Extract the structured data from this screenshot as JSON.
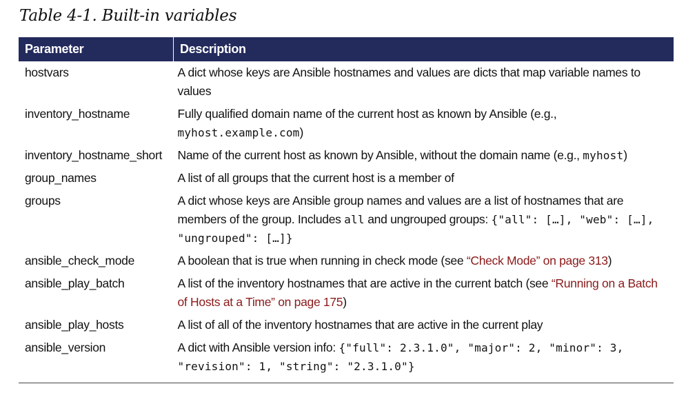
{
  "caption": "Table 4-1. Built-in variables",
  "headers": {
    "parameter": "Parameter",
    "description": "Description"
  },
  "rows": [
    {
      "param": "hostvars",
      "desc": [
        {
          "t": "A dict whose keys are Ansible hostnames and values are dicts that map variable names to values"
        }
      ]
    },
    {
      "param": "inventory_hostname",
      "desc": [
        {
          "t": "Fully qualified domain name of the current host as known by Ansible (e.g., "
        },
        {
          "t": "myhost.example.com",
          "code": true
        },
        {
          "t": ")"
        }
      ]
    },
    {
      "param": "inventory_hostname_short",
      "desc": [
        {
          "t": "Name of the current host as known by Ansible, without the domain name (e.g., "
        },
        {
          "t": "myhost",
          "code": true
        },
        {
          "t": ")"
        }
      ]
    },
    {
      "param": "group_names",
      "desc": [
        {
          "t": "A list of all groups that the current host is a member of"
        }
      ]
    },
    {
      "param": "groups",
      "desc": [
        {
          "t": "A dict whose keys are Ansible group names and values are a list of hostnames that are members of the group. Includes "
        },
        {
          "t": "all",
          "code": true
        },
        {
          "t": " and ungrouped groups: "
        },
        {
          "t": "{\"all\": […], \"web\": […], \"ungrouped\": […]}",
          "code": true
        }
      ]
    },
    {
      "param": "ansible_check_mode",
      "desc": [
        {
          "t": "A boolean that is true when running in check mode (see "
        },
        {
          "t": "“Check Mode” on page 313",
          "xref": true
        },
        {
          "t": ")"
        }
      ]
    },
    {
      "param": "ansible_play_batch",
      "desc": [
        {
          "t": "A list of the inventory hostnames that are active in the current batch (see "
        },
        {
          "t": "“Running on a Batch of Hosts at a Time” on page 175",
          "xref": true
        },
        {
          "t": ")"
        }
      ]
    },
    {
      "param": "ansible_play_hosts",
      "desc": [
        {
          "t": "A list of all of the inventory hostnames that are active in the current play"
        }
      ]
    },
    {
      "param": "ansible_version",
      "desc": [
        {
          "t": "A dict with Ansible version info: "
        },
        {
          "t": "{\"full\": 2.3.1.0\", \"major\": 2, \"minor\": 3, \"revision\": 1, \"string\": \"2.3.1.0\"}",
          "code": true
        }
      ]
    }
  ],
  "colors": {
    "header_bg": "#232a5c",
    "header_text": "#ffffff",
    "xref": "#8b1a1a",
    "text": "#111111"
  }
}
